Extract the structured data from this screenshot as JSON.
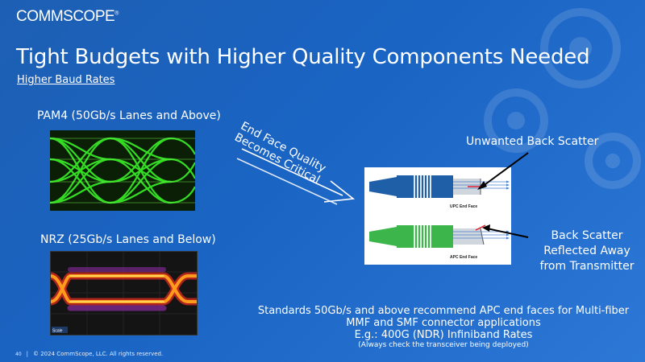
{
  "brand": {
    "logo_text": "COMMSCOPE",
    "reg_mark": "®"
  },
  "slide": {
    "title": "Tight Budgets with Higher Quality Components Needed",
    "subtitle": "Higher Baud Rates"
  },
  "left": {
    "pam4_label": "PAM4 (50Gb/s Lanes and Above)",
    "nrz_label": "NRZ (25Gb/s Lanes and Below)",
    "scope_corner_label": "Scale"
  },
  "arrow": {
    "line1": "End Face Quality",
    "line2": "Becomes Critical"
  },
  "callouts": {
    "unwanted": "Unwanted Back Scatter",
    "reflected_line1": "Back Scatter",
    "reflected_line2": "Reflected Away",
    "reflected_line3": "from Transmitter"
  },
  "connectors": {
    "upc_caption": "UPC End Face",
    "apc_caption": "APC End Face"
  },
  "standards": {
    "line1": "Standards 50Gb/s and above recommend APC end faces for Multi-fiber",
    "line2": "MMF and SMF connector applications",
    "line3": "E.g.: 400G (NDR) Infiniband Rates",
    "note": "(Always check the transceiver being deployed)"
  },
  "footer": {
    "page": "40",
    "copyright": "© 2024 CommScope, LLC. All rights reserved."
  },
  "colors": {
    "background": "#1a64c4",
    "pam_eye": "#3cff2a",
    "upc_blue": "#1f5fa8",
    "apc_green": "#3cb54a",
    "arrow_white": "#ffffff",
    "red_fiber": "#e0202a"
  }
}
